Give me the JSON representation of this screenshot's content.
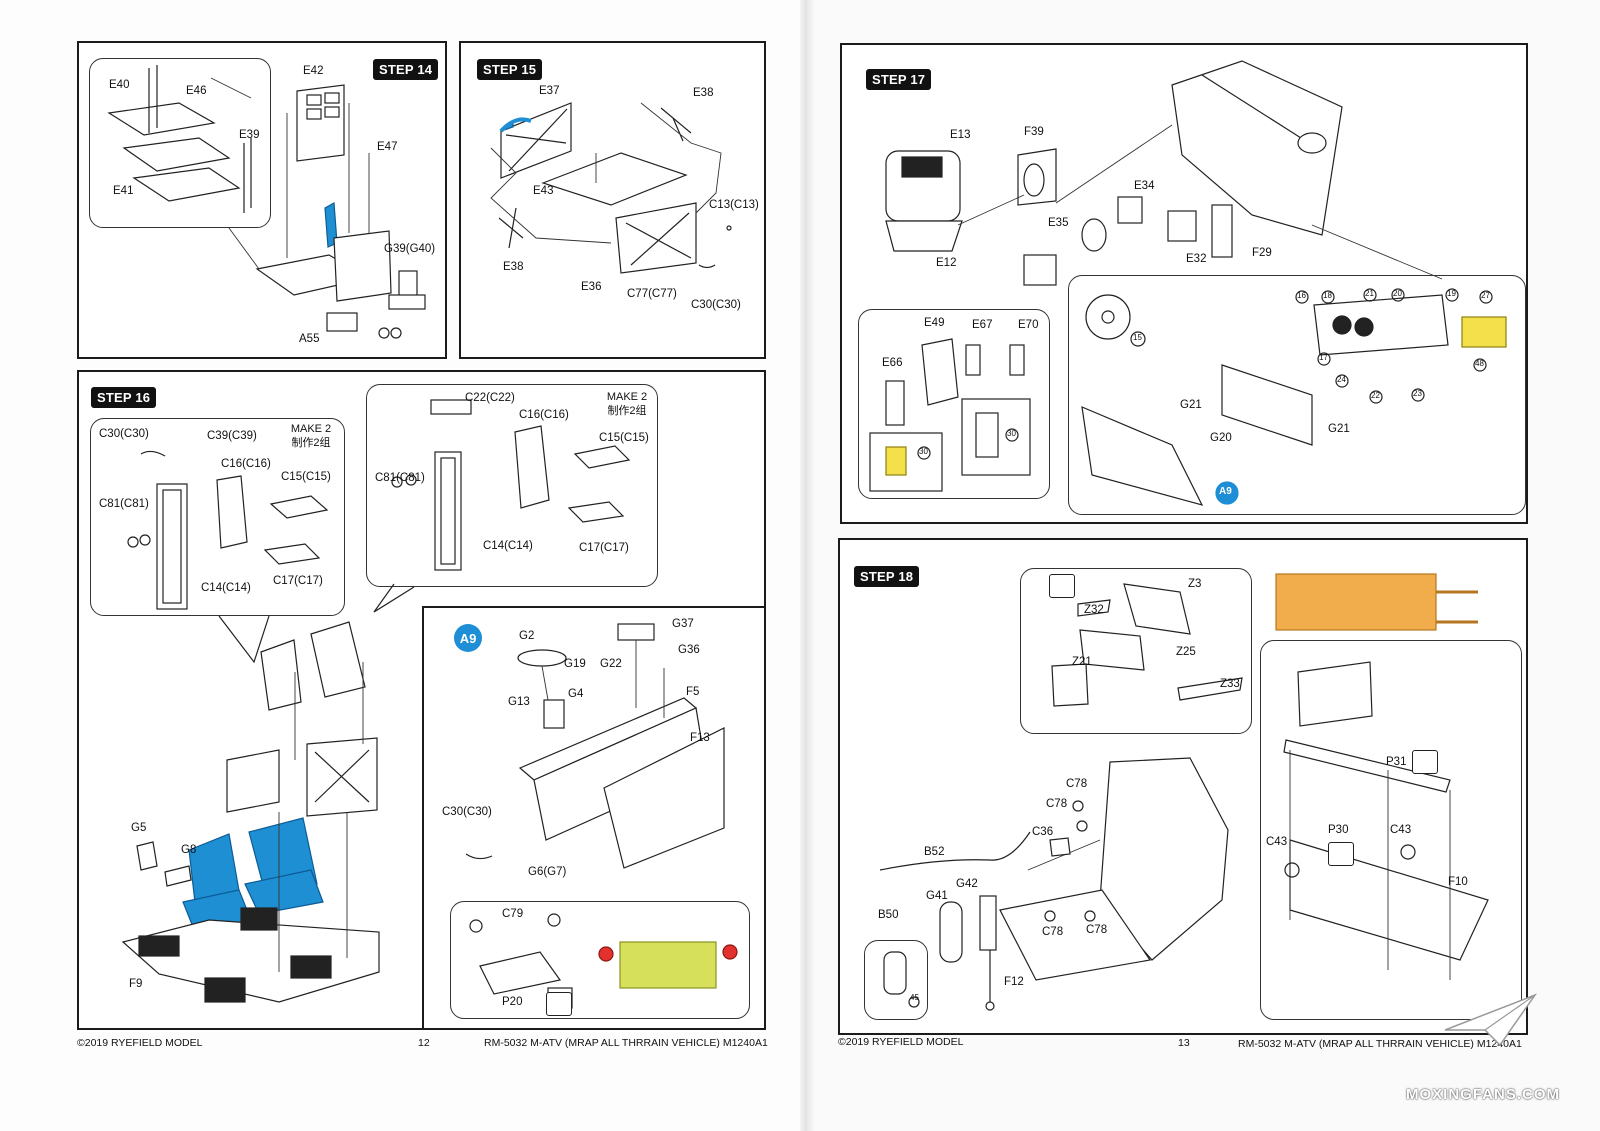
{
  "steps": {
    "s14": {
      "tag": "STEP 14",
      "labels": [
        "E40",
        "E46",
        "E39",
        "E41",
        "E42",
        "E47",
        "G39(G40)",
        "A55"
      ]
    },
    "s15": {
      "tag": "STEP 15",
      "labels": [
        "E37",
        "E38",
        "E43",
        "C13(C13)",
        "E38",
        "E36",
        "C77(C77)",
        "C30(C30)"
      ]
    },
    "s16": {
      "tag": "STEP 16",
      "left_labels": [
        "C30(C30)",
        "C39(C39)",
        "C16(C16)",
        "C15(C15)",
        "C81(C81)",
        "C17(C17)",
        "C14(C14)"
      ],
      "left_note": "MAKE 2\n制作2组",
      "right_labels": [
        "C22(C22)",
        "C16(C16)",
        "C15(C15)",
        "C81(C81)",
        "C14(C14)",
        "C17(C17)"
      ],
      "right_note": "MAKE 2\n制作2组",
      "bottom_labels": [
        "G5",
        "G8",
        "F9"
      ]
    },
    "a9": {
      "badge": "A9",
      "labels": [
        "G2",
        "G37",
        "G36",
        "G19",
        "G22",
        "G4",
        "F5",
        "G13",
        "F13",
        "C30(C30)",
        "G6(G7)",
        "C79",
        "P20"
      ]
    },
    "s17": {
      "tag": "STEP 17",
      "labels": [
        "E13",
        "F39",
        "E34",
        "E35",
        "E12",
        "E32",
        "F29",
        "E49",
        "E67",
        "E70",
        "E66",
        "G21",
        "G20",
        "G21"
      ],
      "numbers": [
        "16",
        "18",
        "21",
        "20",
        "19",
        "27",
        "17",
        "24",
        "22",
        "23",
        "48",
        "15",
        "30",
        "30"
      ],
      "badge": "A9"
    },
    "s18": {
      "tag": "STEP 18",
      "labels": [
        "Z3",
        "Z32",
        "Z21",
        "Z25",
        "Z33",
        "P31",
        "C78",
        "C78",
        "C36",
        "C43",
        "P30",
        "C43",
        "B52",
        "F10",
        "G42",
        "G41",
        "B50",
        "C78",
        "C78",
        "F12",
        "45"
      ]
    }
  },
  "footer": {
    "left_copyright": "©2019 RYEFIELD MODEL",
    "left_page": "12",
    "left_title": "RM-5032 M-ATV (MRAP ALL THRRAIN VEHICLE) M1240A1",
    "right_copyright": "©2019 RYEFIELD MODEL",
    "right_page": "13",
    "right_title": "RM-5032 M-ATV (MRAP ALL THRRAIN VEHICLE) M1240A1"
  },
  "watermark": "MOXINGFANS.COM",
  "colors": {
    "highlight_blue": "#1f8fd3",
    "badge_blue": "#1e8fd6",
    "accent_orange": "#f1ad4b",
    "accent_lime": "#d6e05a",
    "accent_red": "#e3312d"
  }
}
